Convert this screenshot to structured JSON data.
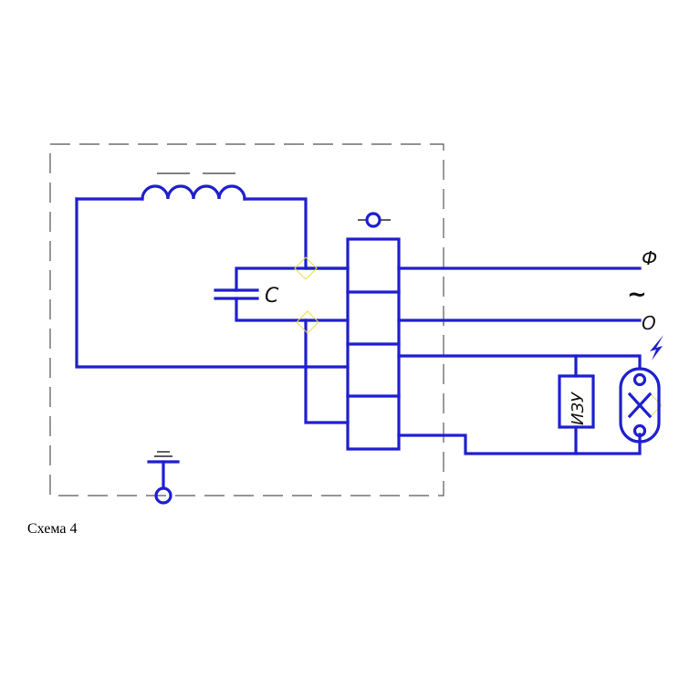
{
  "diagram": {
    "caption": "Схема 4",
    "labels": {
      "capacitor": "C",
      "phase": "Ф",
      "ac_symbol": "~",
      "neutral": "O",
      "igniter": "ИЗУ"
    },
    "colors": {
      "wire": "#1f1fd0",
      "enclosure": "#555555",
      "markers": "#e8e04a"
    },
    "icons": {
      "ground": "ground-icon",
      "fuse": "fuse-icon",
      "inductor": "inductor-icon",
      "capacitor": "capacitor-icon",
      "lamp": "lamp-icon",
      "lightning": "lightning-icon"
    }
  }
}
